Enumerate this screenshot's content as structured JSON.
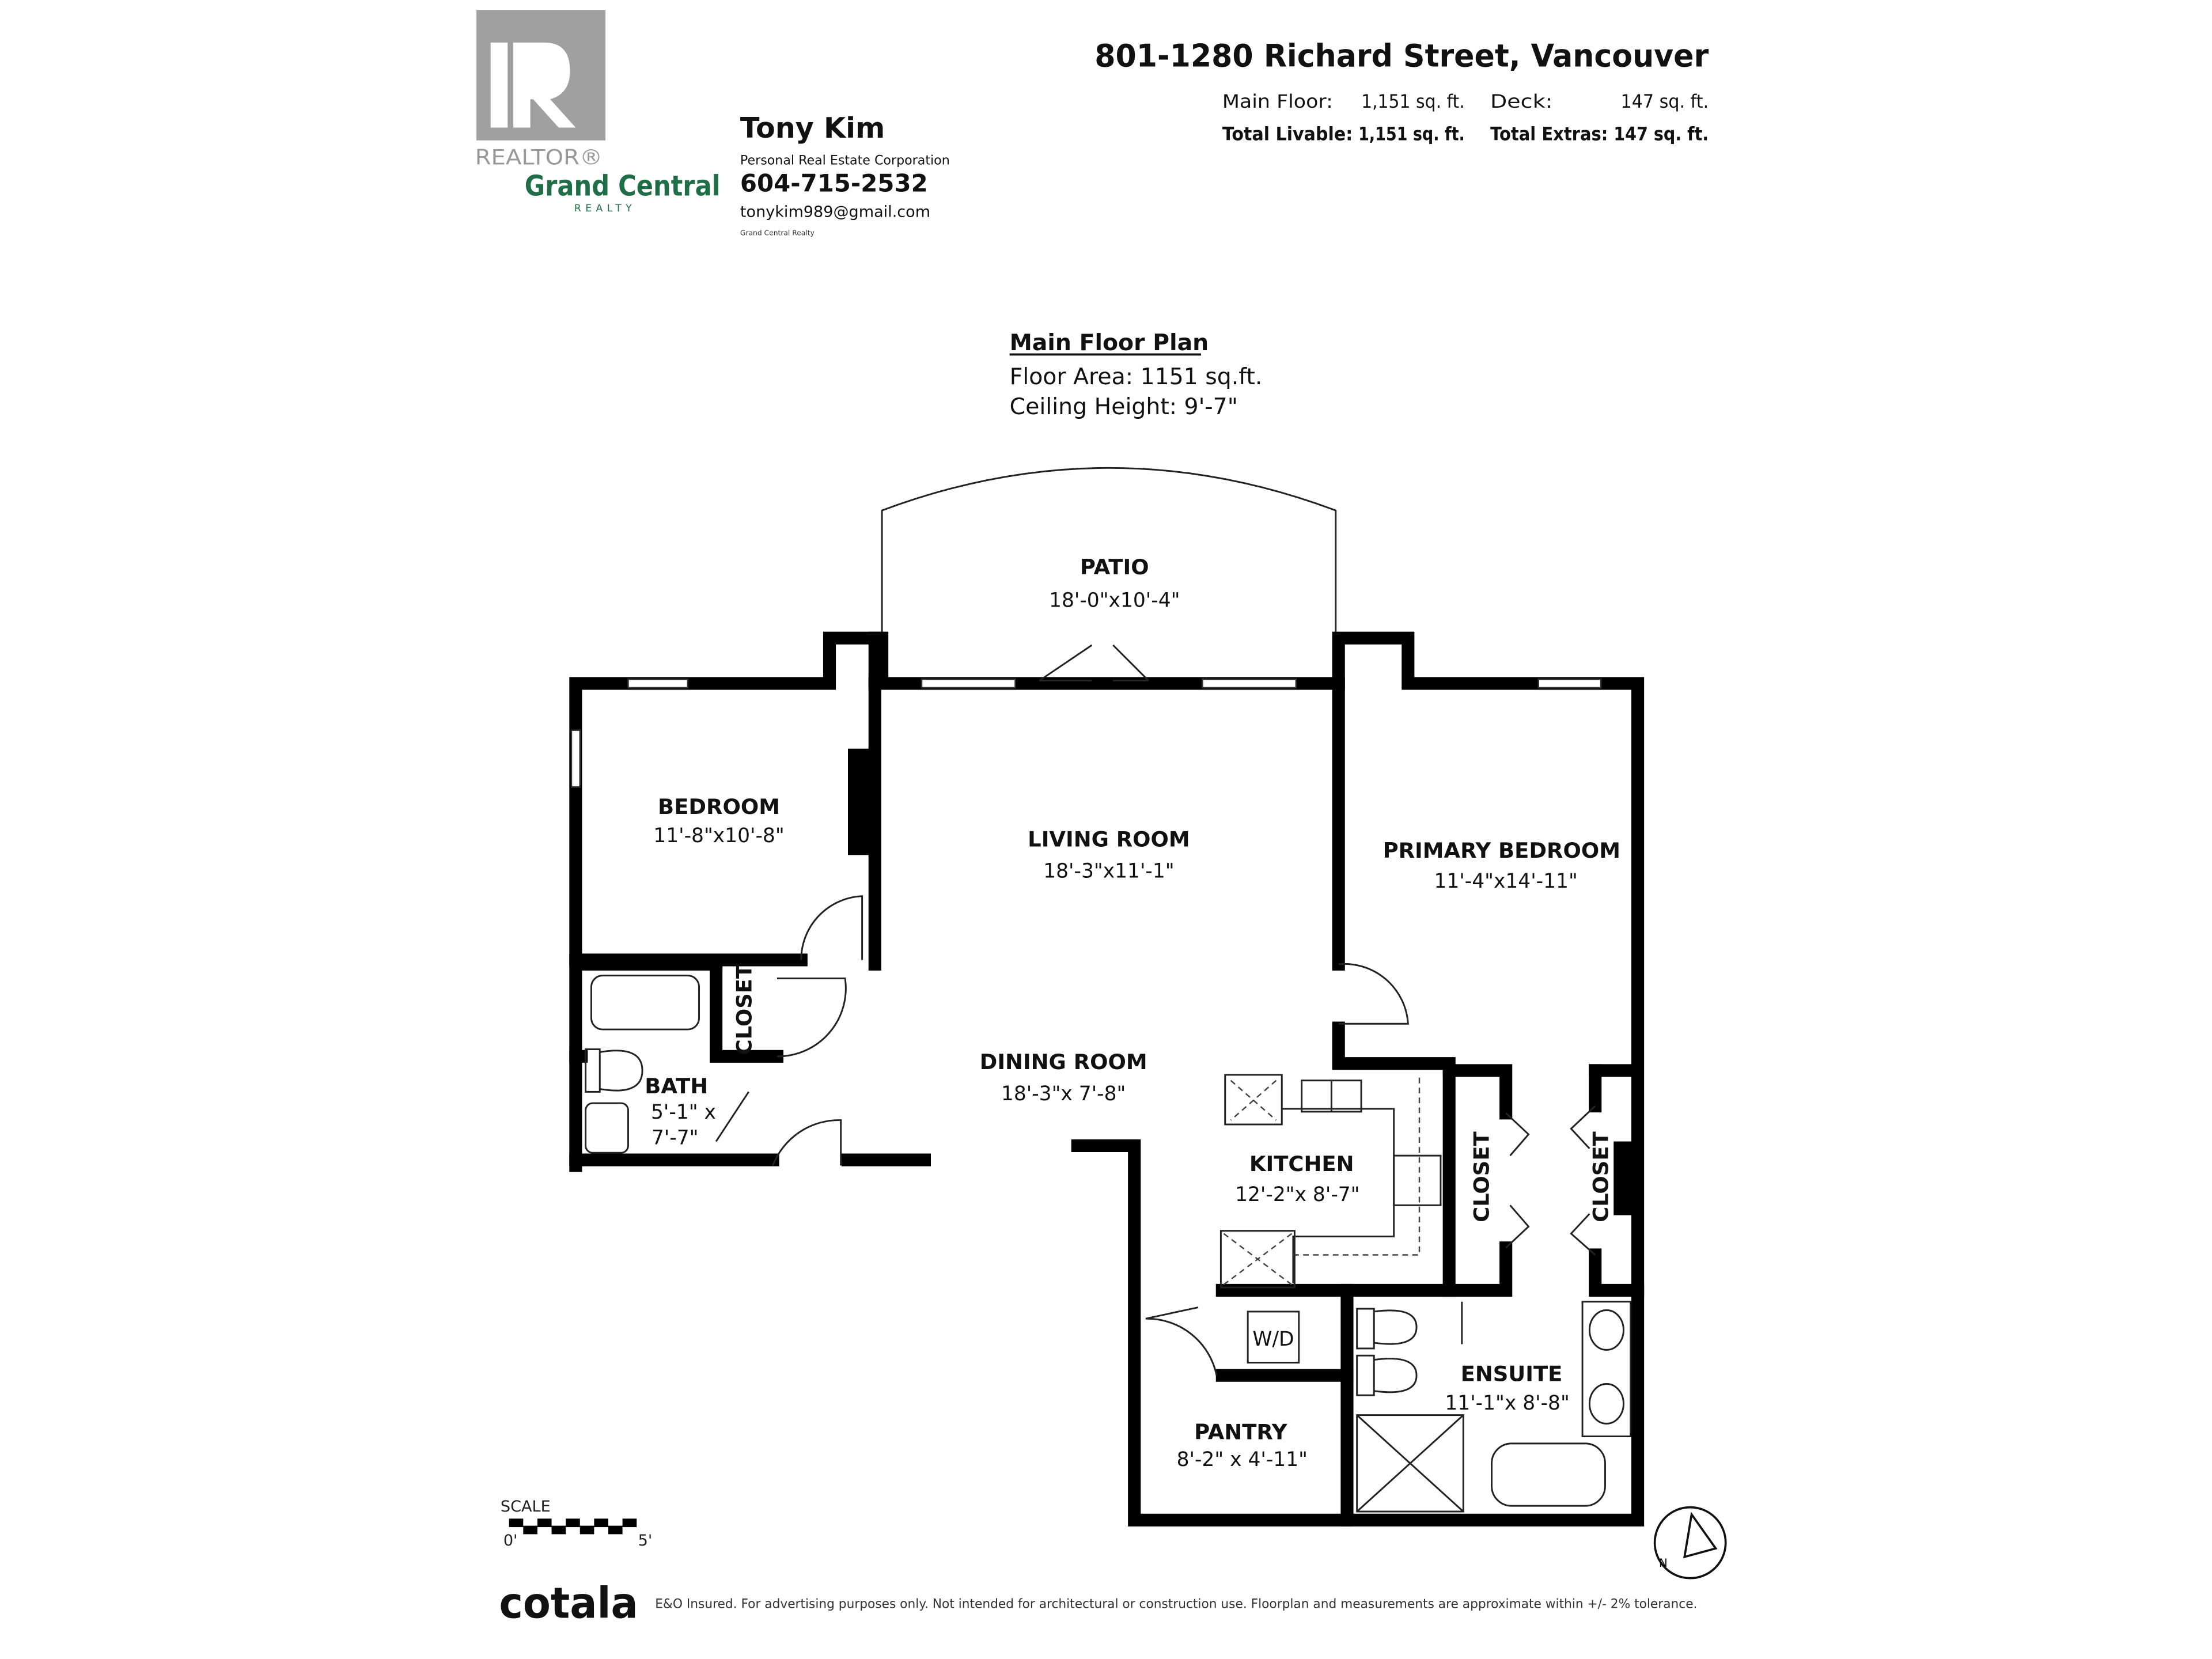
{
  "header": {
    "address": "801-1280 Richard Street, Vancouver",
    "main_floor_label": "Main Floor:",
    "main_floor_value": "1,151 sq. ft.",
    "deck_label": "Deck:",
    "deck_value": "147 sq. ft.",
    "total_livable_label": "Total Livable:",
    "total_livable_value": "1,151 sq. ft.",
    "total_extras_label": "Total Extras:",
    "total_extras_value": "147 sq. ft."
  },
  "agent": {
    "realtor_logo_text": "REALTOR®",
    "brokerage_logo": "Grand Central",
    "brokerage_logo_sub": "REALTY",
    "name": "Tony Kim",
    "title": "Personal Real Estate Corporation",
    "phone": "604-715-2532",
    "email": "tonykim989@gmail.com",
    "brokerage": "Grand Central Realty"
  },
  "plan": {
    "title": "Main Floor Plan",
    "floor_area": "Floor Area: 1151 sq.ft.",
    "ceiling_height": "Ceiling Height: 9'-7\"",
    "rooms": [
      {
        "name": "PATIO",
        "dims": "18'-0\"x10'-4\""
      },
      {
        "name": "BEDROOM",
        "dims": "11'-8\"x10'-8\""
      },
      {
        "name": "LIVING ROOM",
        "dims": "18'-3\"x11'-1\""
      },
      {
        "name": "PRIMARY BEDROOM",
        "dims": "11'-4\"x14'-11\""
      },
      {
        "name": "DINING ROOM",
        "dims": "18'-3\"x 7'-8\""
      },
      {
        "name": "KITCHEN",
        "dims": "12'-2\"x 8'-7\""
      },
      {
        "name": "BATH",
        "dims": "5'-1\" x",
        "dims2": "7'-7\""
      },
      {
        "name": "ENSUITE",
        "dims": "11'-1\"x 8'-8\""
      },
      {
        "name": "PANTRY",
        "dims": "8'-2\" x 4'-11\""
      }
    ],
    "closet_label": "CLOSET",
    "wd_label": "W/D"
  },
  "scale": {
    "label": "SCALE",
    "min": "0'",
    "max": "5'"
  },
  "compass_icon": "north-arrow-icon",
  "footer": {
    "logo": "cotala",
    "disclaimer": "E&O Insured. For advertising purposes only. Not intended for architectural or construction use. Floorplan and measurements are approximate within +/- 2% tolerance."
  }
}
